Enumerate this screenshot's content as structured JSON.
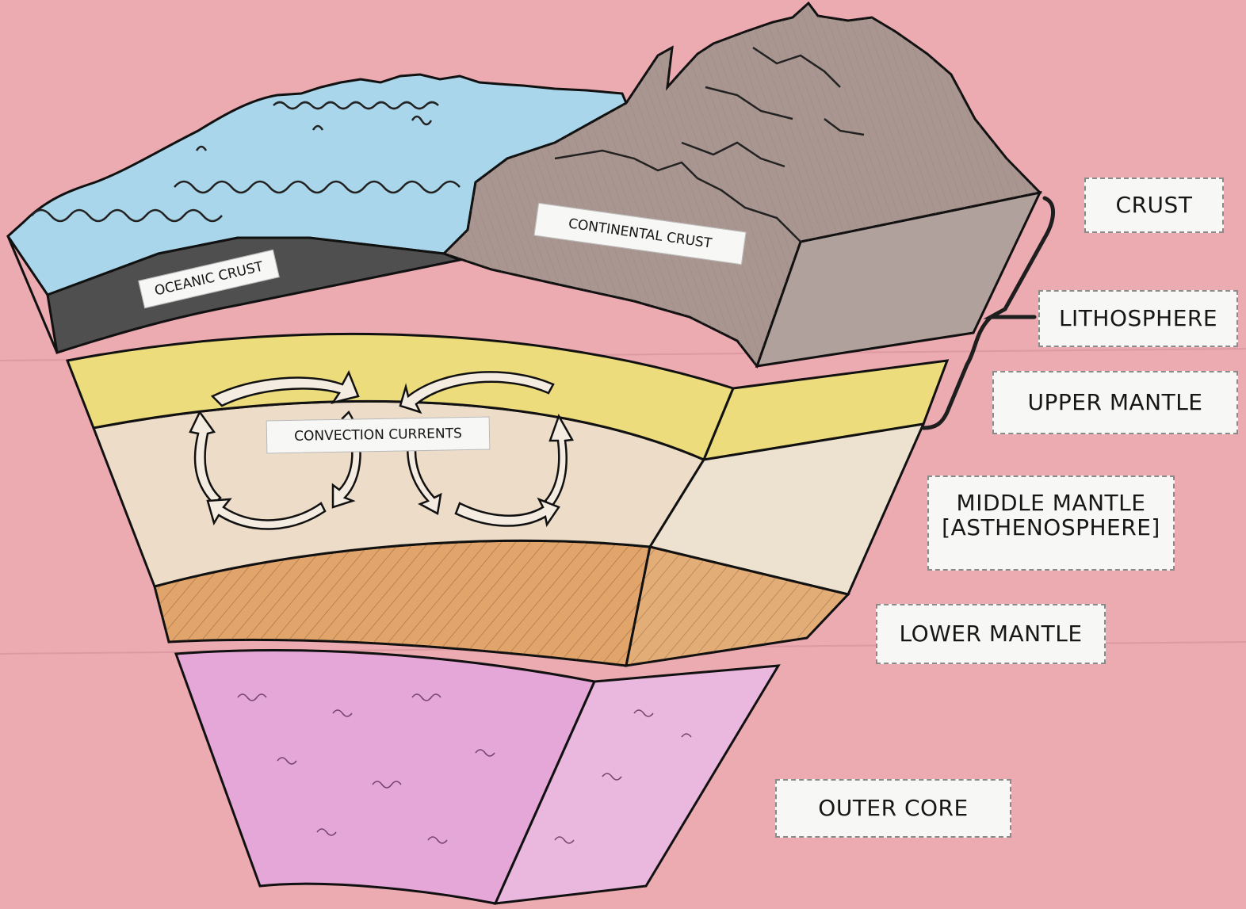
{
  "colors": {
    "background": "#ecaab1",
    "ocean": "#a9d6ea",
    "oceanic_crust": "#5a5a5a",
    "continental_crust": "#a99690",
    "upper_mantle": "#ecdc7c",
    "middle_mantle": "#ecdcc8",
    "lower_mantle": "#e1a56c",
    "outer_core": "#e4a7d8",
    "label_bg": "#f7f7f5"
  },
  "diagram_labels": {
    "oceanic_crust": "OCEANIC CRUST",
    "continental_crust": "CONTINENTAL CRUST",
    "convection_currents": "CONVECTION CURRENTS"
  },
  "layer_labels": {
    "crust": "CRUST",
    "lithosphere": "LITHOSPHERE",
    "upper_mantle": "UPPER MANTLE",
    "middle_mantle_line1": "MIDDLE MANTLE",
    "middle_mantle_line2": "[ASTHENOSPHERE]",
    "lower_mantle": "LOWER MANTLE",
    "outer_core": "OUTER CORE"
  }
}
